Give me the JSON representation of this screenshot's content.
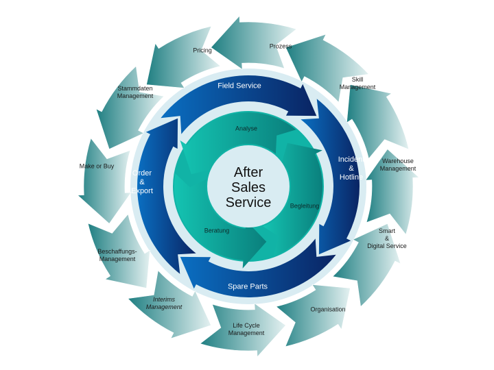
{
  "center": {
    "title": "After\nSales\nService"
  },
  "outer_ring": [
    "Prozess",
    "Skill\nManagement",
    "Warehouse\nManagement",
    "Smart\n&\nDigital Service",
    "Organisation",
    "Life Cycle\nManagement",
    "Interims\nManagement",
    "Beschaffungs-\nManagement",
    "Make or Buy",
    "Stammdaten\nManagement",
    "Pricing"
  ],
  "blue_ring": [
    "Field Service",
    "Incident\n&\nHotline",
    "Spare Parts",
    "Order\n&\nExport"
  ],
  "teal_ring": [
    "Analyse",
    "Begleitung",
    "Beratung"
  ],
  "colors": {
    "outer_dark": "#1f7f82",
    "outer_light": "#e4f1f1",
    "blue_dark": "#0a2463",
    "blue_light": "#0a6fc2",
    "teal_dark": "#0a7f7c",
    "teal_light": "#14c4b2",
    "ring_bg": "#d9ecf2"
  }
}
